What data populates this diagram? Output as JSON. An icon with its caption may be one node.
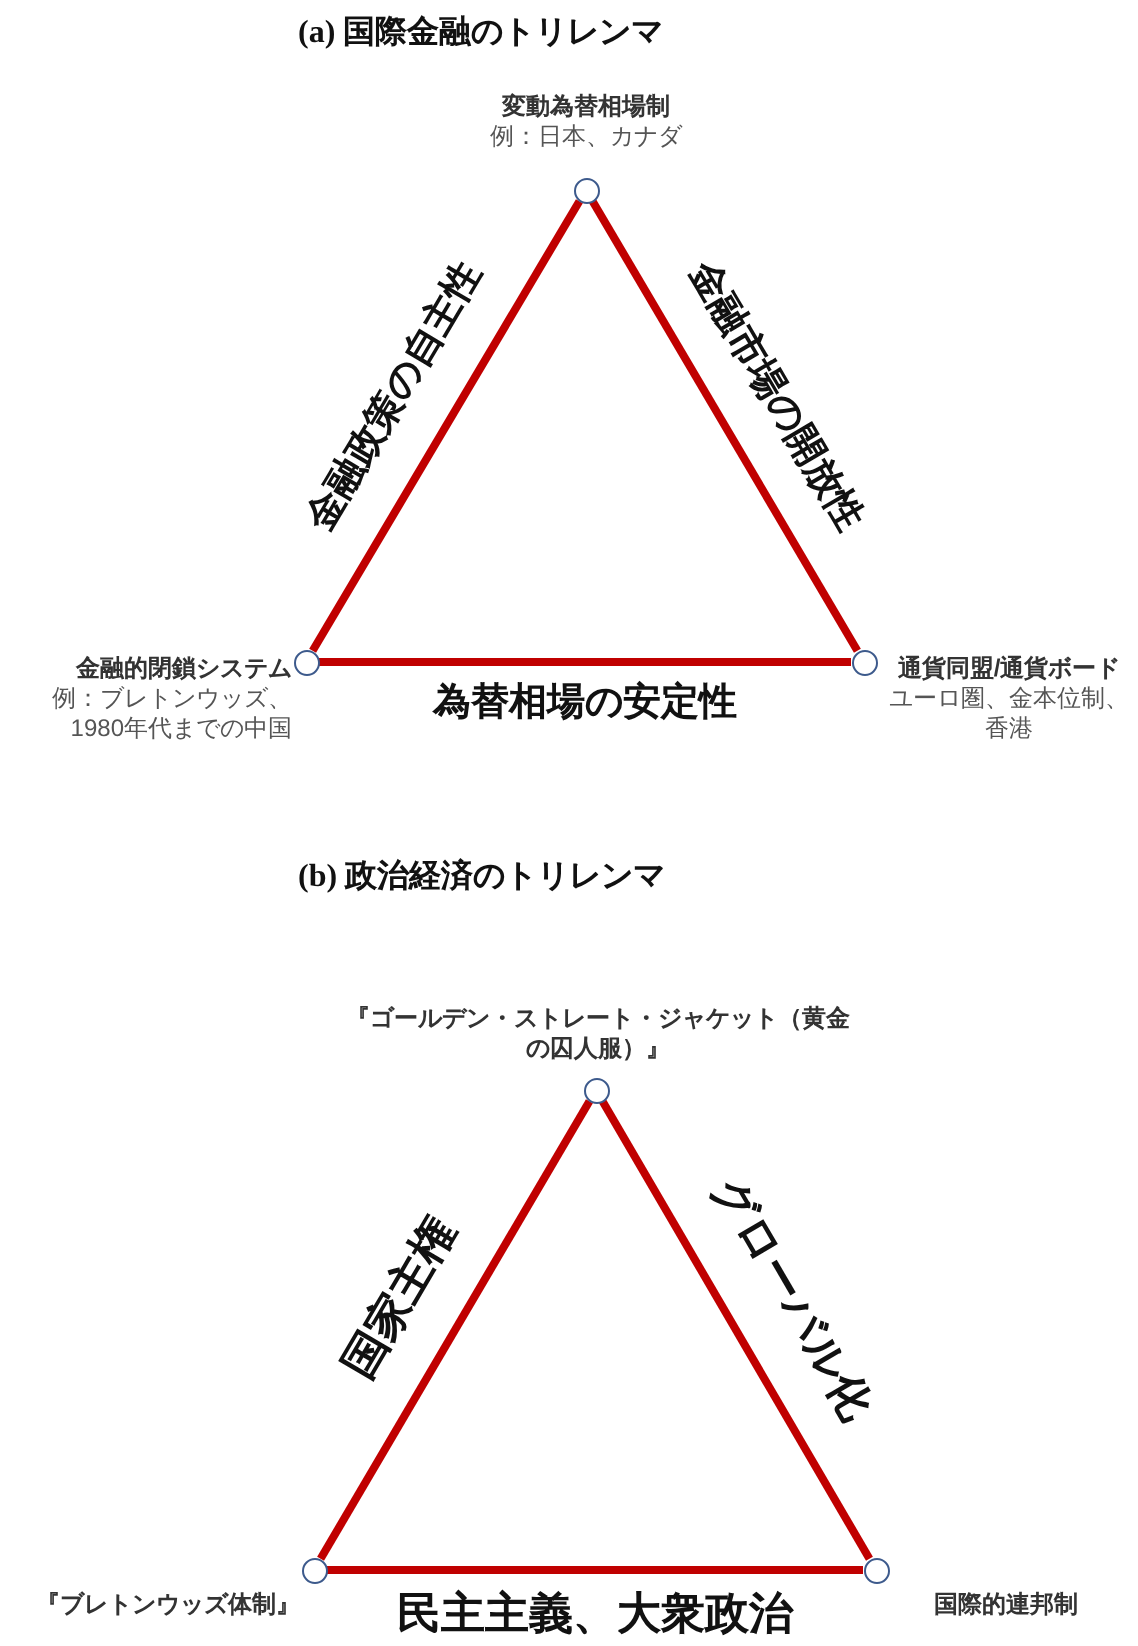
{
  "diagram": {
    "nodes": [
      {
        "text": [],
        "shape": "circle",
        "beside": [
          "変動為替相場制",
          "例：日本、カナダ"
        ]
      },
      {
        "text": [],
        "shape": "circle",
        "beside": [
          "金融的閉鎖システム",
          "例：ブレトンウッズ、1980年代までの中国"
        ]
      },
      {
        "text": [],
        "shape": "circle",
        "beside": [
          "通貨同盟/通貨ボード",
          "ユーロ圏、金本位制、香港"
        ]
      },
      {
        "text": [],
        "shape": "circle",
        "beside": [
          "『ゴールデン・ストレート・ジャケット（黄金の囚人服）』"
        ]
      },
      {
        "text": [],
        "shape": "circle",
        "beside": [
          "『ブレトンウッズ体制』"
        ]
      },
      {
        "text": [],
        "shape": "circle",
        "beside": [
          "国際的連邦制"
        ]
      }
    ],
    "edges": [
      {
        "from": 1,
        "to": 0,
        "arrow": "none",
        "label": "金融政策の自主性"
      },
      {
        "from": 0,
        "to": 2,
        "arrow": "none",
        "label": "金融市場の開放性"
      },
      {
        "from": 1,
        "to": 2,
        "arrow": "none",
        "label": "為替相場の安定性"
      },
      {
        "from": 4,
        "to": 3,
        "arrow": "none",
        "label": "国家主権"
      },
      {
        "from": 3,
        "to": 5,
        "arrow": "none",
        "label": "グローバル化"
      },
      {
        "from": 4,
        "to": 5,
        "arrow": "none",
        "label": "民主主義、大衆政治"
      }
    ],
    "labels": [
      "(a) 国際金融のトリレンマ",
      "(b) 政治経済のトリレンマ"
    ]
  }
}
